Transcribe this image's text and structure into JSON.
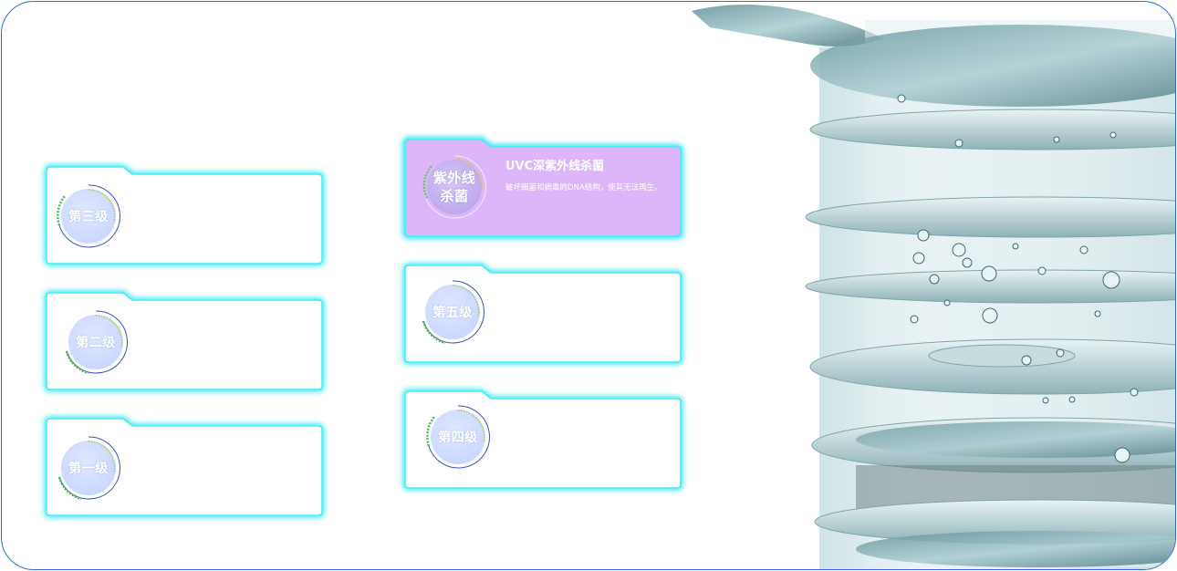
{
  "stages": {
    "level3": {
      "label": "第三级"
    },
    "level2": {
      "label": "第二级"
    },
    "level1": {
      "label": "第一级"
    },
    "uv": {
      "label_line1": "紫外线",
      "label_line2": "杀菌",
      "title": "UVC深紫外线杀菌",
      "description": "破坏细菌和病毒的DNA结构，使其无法再生。"
    },
    "level5": {
      "label": "第五级"
    },
    "level4": {
      "label": "第四级"
    }
  },
  "colors": {
    "frame_border": "#2a6fe0",
    "card_glow": "#19e3ee",
    "active_card_fill": "#ddb6f9",
    "badge_fill": "#c9d6ff"
  }
}
